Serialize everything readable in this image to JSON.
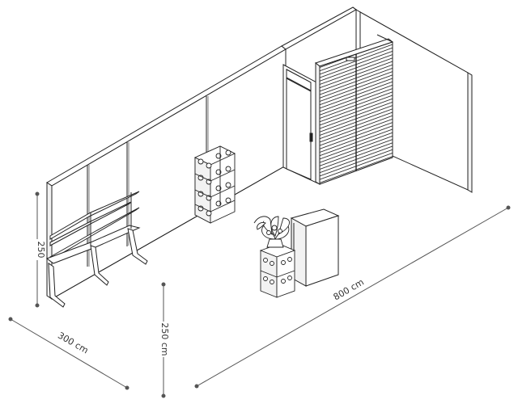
{
  "dimensions": {
    "width_label": "300 cm",
    "height_label": "250 cm",
    "height_left_label": "250",
    "length_label": "800 cm"
  },
  "colors": {
    "line": "#222222",
    "wall_light": "#ffffff",
    "wall_shade": "#f2f2f2",
    "dim_line": "#555555"
  }
}
